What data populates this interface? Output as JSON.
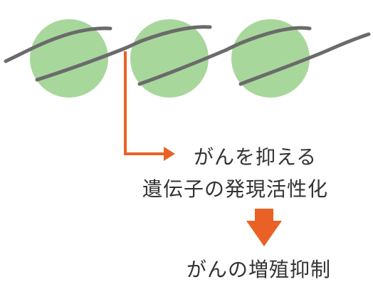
{
  "labels": {
    "suppressor_genes_line1": "がんを抑える",
    "suppressor_genes_line2": "遺伝子の発現活性化",
    "result": "がんの増殖抑制"
  },
  "colors": {
    "nucleosome_fill": "#a8d79b",
    "dna_strand": "#6b6b6b",
    "arrow": "#ea6126",
    "text": "#333333"
  },
  "nucleosome_count": 3
}
